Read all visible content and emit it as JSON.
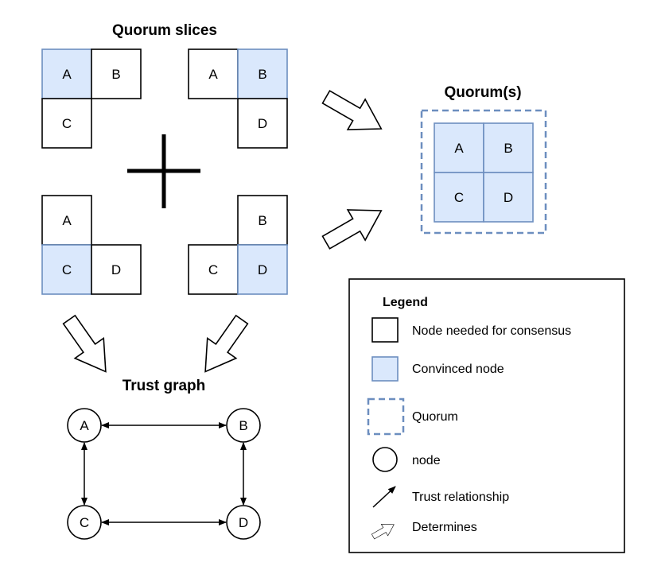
{
  "titles": {
    "quorum_slices": "Quorum slices",
    "quorums": "Quorum(s)",
    "trust_graph": "Trust graph"
  },
  "slices": [
    {
      "cells": [
        "A",
        "B",
        "C"
      ],
      "convinced": "A"
    },
    {
      "cells": [
        "A",
        "B",
        "D"
      ],
      "convinced": "B"
    },
    {
      "cells": [
        "A",
        "C",
        "D"
      ],
      "convinced": "C"
    },
    {
      "cells": [
        "B",
        "C",
        "D"
      ],
      "convinced": "D"
    }
  ],
  "quorum": {
    "cells": [
      "A",
      "B",
      "C",
      "D"
    ]
  },
  "trust_graph": {
    "nodes": [
      "A",
      "B",
      "C",
      "D"
    ],
    "edges": [
      [
        "A",
        "B"
      ],
      [
        "A",
        "C"
      ],
      [
        "B",
        "D"
      ],
      [
        "C",
        "D"
      ]
    ]
  },
  "legend": {
    "title": "Legend",
    "items": [
      {
        "key": "needed",
        "label": "Node needed for consensus"
      },
      {
        "key": "convinced",
        "label": "Convinced node"
      },
      {
        "key": "quorum",
        "label": "Quorum"
      },
      {
        "key": "node",
        "label": "node"
      },
      {
        "key": "trust",
        "label": "Trust relationship"
      },
      {
        "key": "determines",
        "label": "Determines"
      }
    ]
  },
  "colors": {
    "convinced_fill": "#dae8fc",
    "convinced_stroke": "#6c8ebf",
    "quorum_border": "#6c8ebf"
  }
}
